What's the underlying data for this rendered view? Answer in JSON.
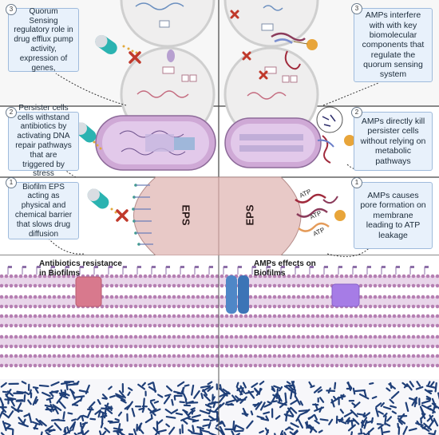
{
  "callouts": {
    "left_3": {
      "num": "3",
      "text": "Quorum Sensing regulatory role in drug efflux pump activity, expression of genes,"
    },
    "left_2": {
      "num": "2",
      "text": "Persister cells cells withstand antibiotics by activating DNA repair pathways that are triggered by stress"
    },
    "left_1": {
      "num": "1",
      "text": "Biofilm EPS acting as physical and chemical barrier that slows drug diffusion"
    },
    "right_3": {
      "num": "3",
      "text": "AMPs interfere with with key biomolecular components that regulate the quorum sensing system"
    },
    "right_2": {
      "num": "2",
      "text": "AMPs directly kill persister cells without relying on metabolic pathways"
    },
    "right_1": {
      "num": "1",
      "text": "AMPs causes pore formation on membrane leading to ATP leakage"
    }
  },
  "labels": {
    "left_section": "Antibiotics resistance in Biofilms",
    "right_section": "AMPs effects on Biofilms",
    "eps": "EPS",
    "atp": "ATP"
  },
  "colors": {
    "callout_bg": "#e8f1fb",
    "callout_border": "#9fbbdc",
    "eps_fill": "#e8c9c7",
    "membrane_head": "#b57fb2",
    "membrane_tail": "#e9d6ea",
    "biofilm_mesh": "#1f3f78",
    "antibiotic_capsule": "#2bb3b1",
    "amp_peptide": "#e8a53a",
    "inhibition_x": "#c0392b"
  },
  "icons": [
    "capsule-icon",
    "inhibition-x-icon",
    "amp-peptide-icon",
    "bacterium-icon",
    "efflux-pump-icon",
    "porin-channel-icon"
  ]
}
